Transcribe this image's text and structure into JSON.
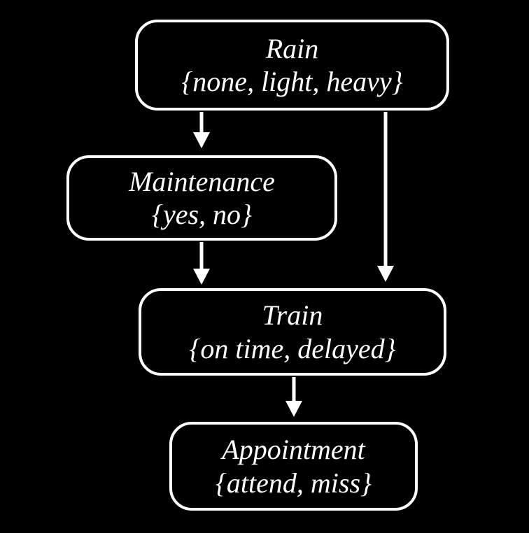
{
  "diagram": {
    "type": "bayesian-network",
    "colors": {
      "background": "#000000",
      "node_border": "#ffffff",
      "text": "#ffffff",
      "arrow": "#ffffff"
    },
    "nodes": [
      {
        "id": "rain",
        "label": "Rain",
        "domain": "{none, light, heavy}"
      },
      {
        "id": "maintenance",
        "label": "Maintenance",
        "domain": "{yes, no}"
      },
      {
        "id": "train",
        "label": "Train",
        "domain": "{on time, delayed}"
      },
      {
        "id": "appointment",
        "label": "Appointment",
        "domain": "{attend, miss}"
      }
    ],
    "edges": [
      {
        "from": "Rain",
        "to": "Maintenance"
      },
      {
        "from": "Rain",
        "to": "Train"
      },
      {
        "from": "Maintenance",
        "to": "Train"
      },
      {
        "from": "Train",
        "to": "Appointment"
      }
    ]
  }
}
